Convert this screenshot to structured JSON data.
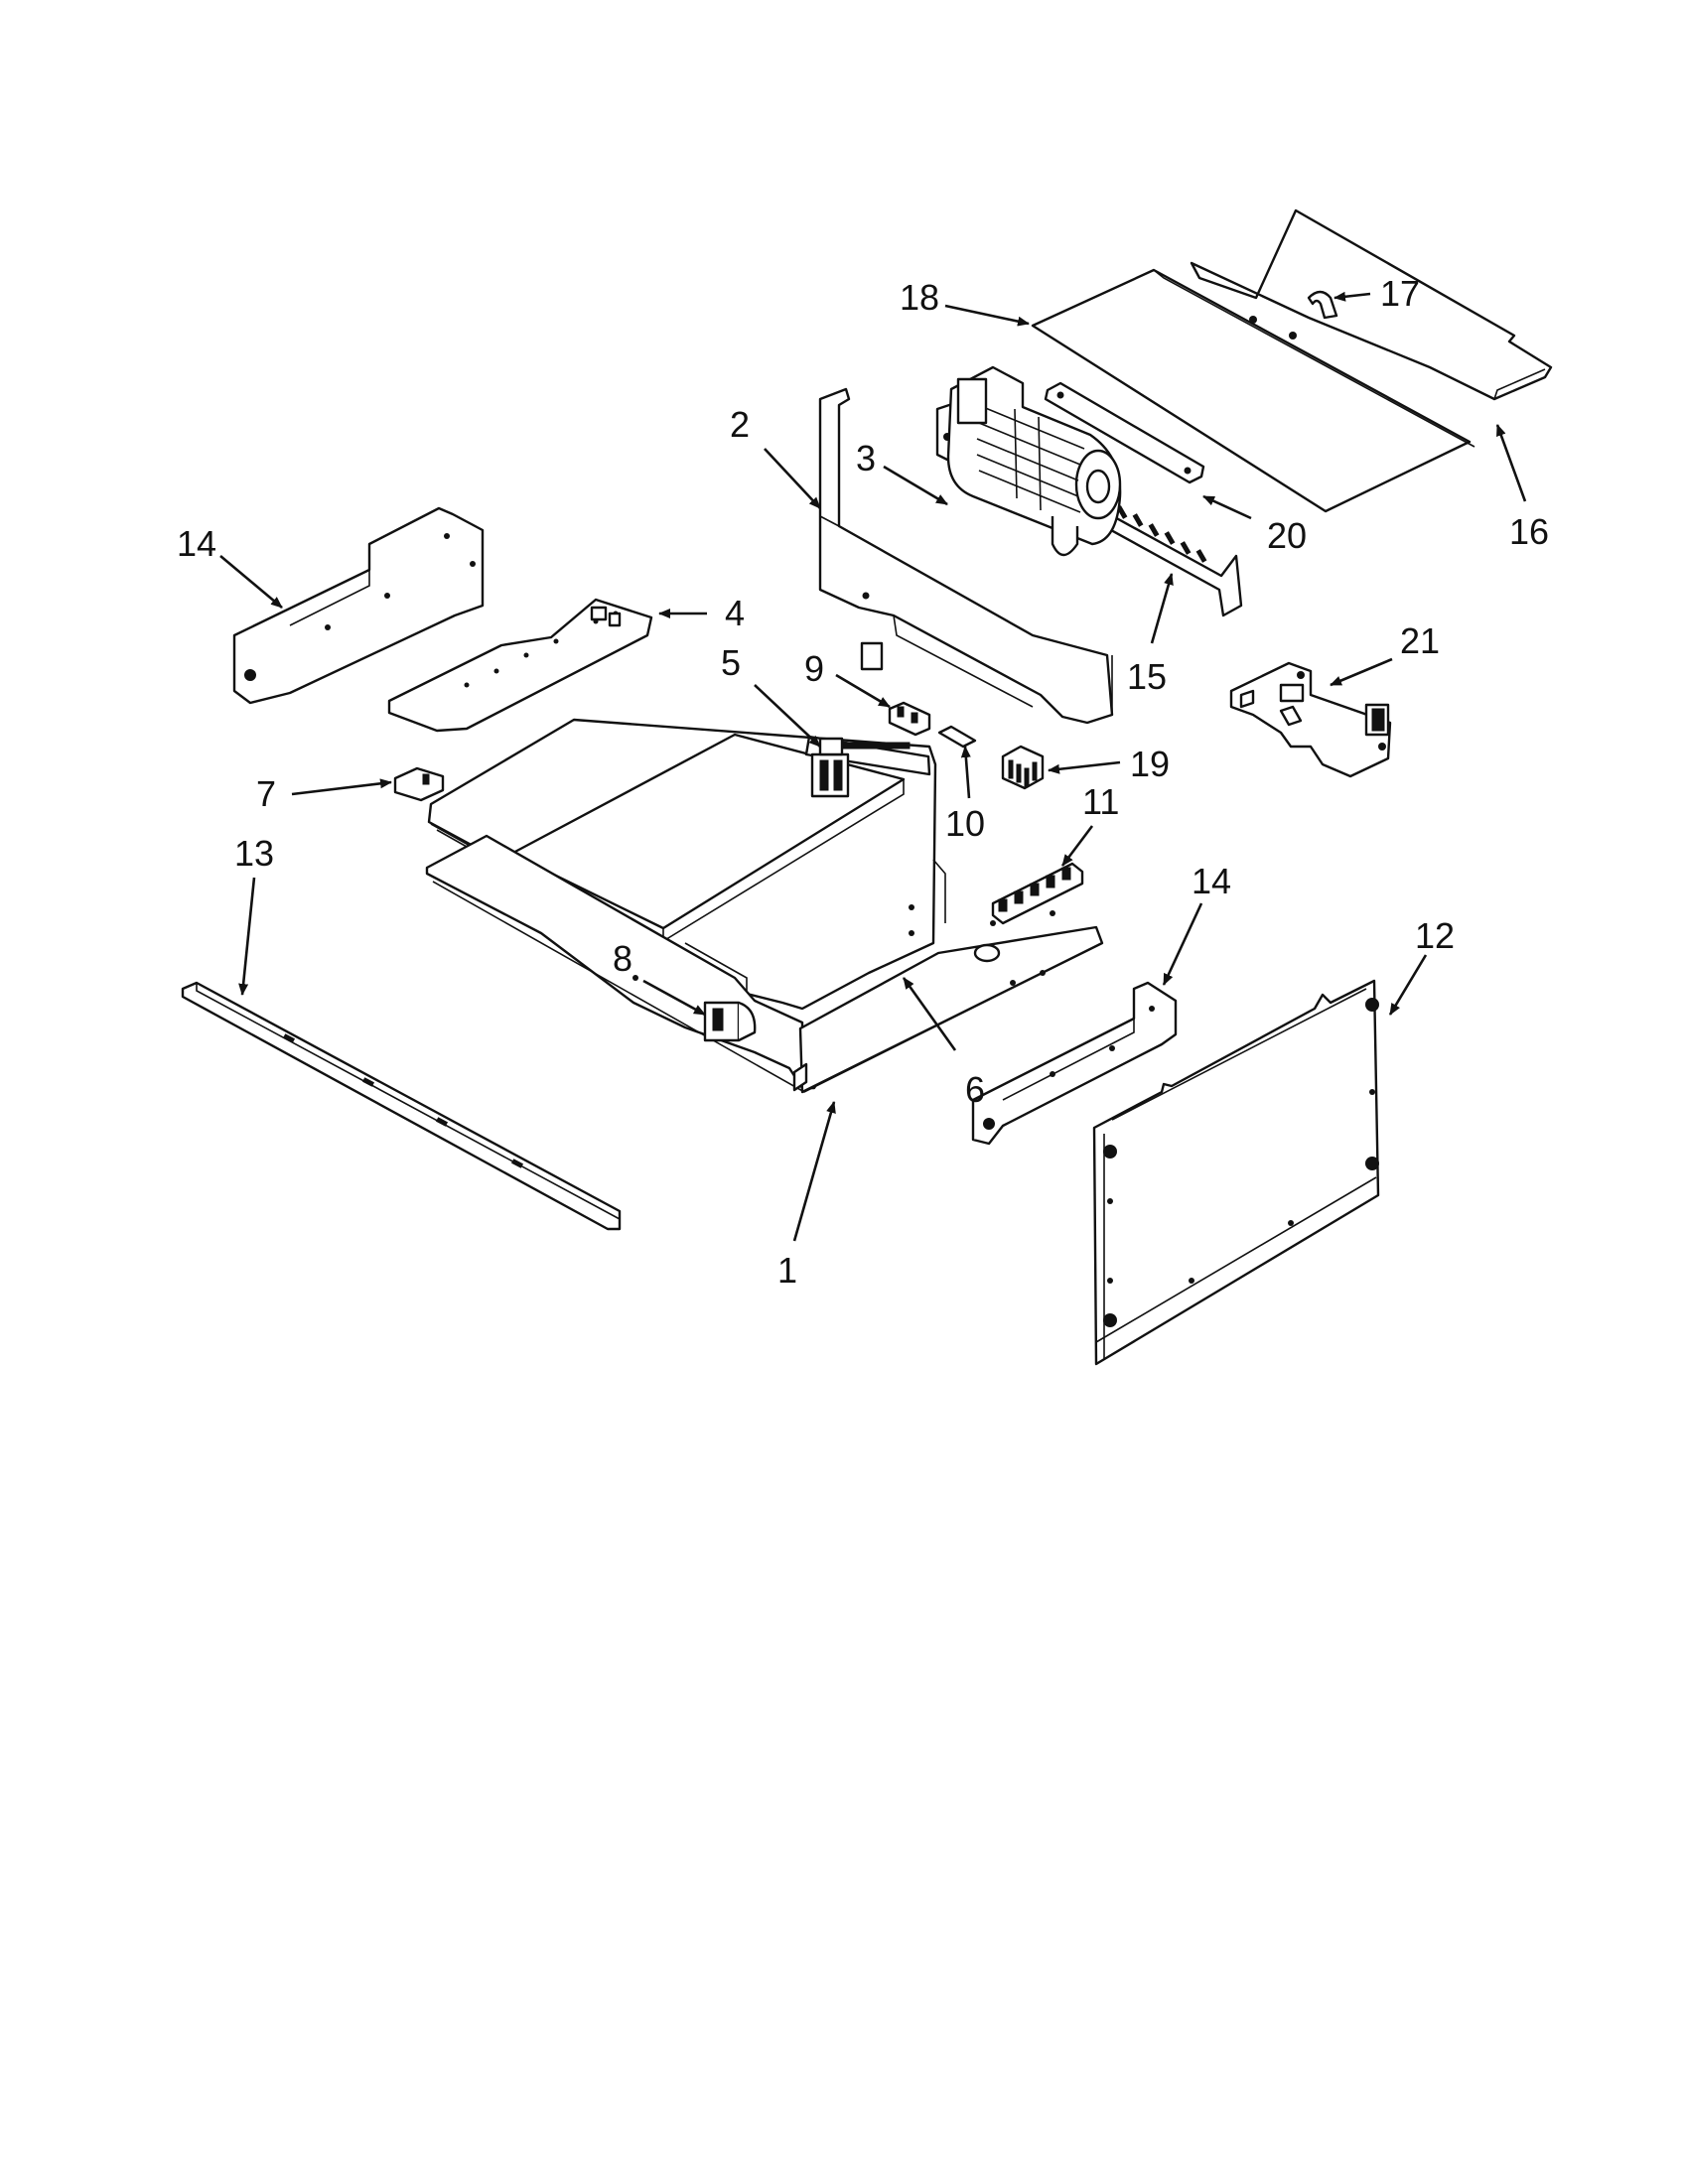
{
  "callouts": {
    "c1": "1",
    "c2": "2",
    "c3": "3",
    "c4": "4",
    "c5": "5",
    "c6": "6",
    "c7": "7",
    "c8": "8",
    "c9": "9",
    "c10": "10",
    "c11": "11",
    "c12": "12",
    "c13": "13",
    "c14a": "14",
    "c14b": "14",
    "c15": "15",
    "c16": "16",
    "c17": "17",
    "c18": "18",
    "c19": "19",
    "c20": "20",
    "c21": "21"
  },
  "colors": {
    "ink": "#111111",
    "paper": "#ffffff"
  }
}
